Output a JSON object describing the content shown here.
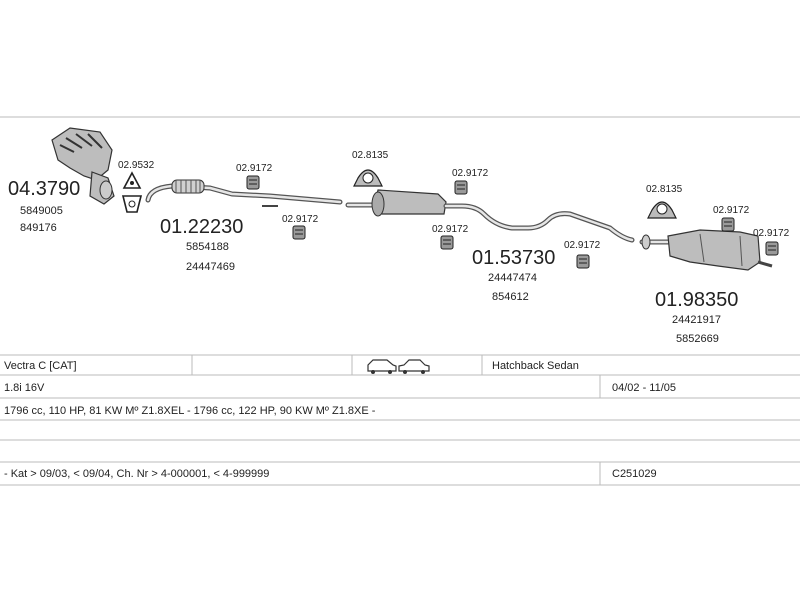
{
  "parts": {
    "manifold": {
      "code": "04.3790",
      "refs": [
        "5849005",
        "849176"
      ]
    },
    "gasket": {
      "code": "02.9532"
    },
    "front_pipe": {
      "code": "01.22230",
      "refs": [
        "5854188",
        "24447469"
      ]
    },
    "mid_silencer": {
      "code": "01.53730",
      "refs": [
        "24447474",
        "854612"
      ]
    },
    "rear_silencer": {
      "code": "01.98350",
      "refs": [
        "24421917",
        "5852669"
      ]
    },
    "hangers": [
      "02.9172",
      "02.9172",
      "02.9172",
      "02.9172",
      "02.9172",
      "02.9172",
      "02.9172"
    ],
    "rubbers": [
      "02.8135",
      "02.8135"
    ]
  },
  "table": {
    "model": "Vectra C  [CAT]",
    "body_type": "Hatchback Sedan",
    "engine": "1.8i 16V",
    "years": "04/02 - 11/05",
    "specs": "1796 cc, 110 HP, 81 KW Mº Z1.8XEL - 1796 cc, 122 HP, 90 KW Mº Z1.8XE -",
    "notes": "- Kat > 09/03, < 09/04, Ch. Nr > 4-000001, < 4-999999",
    "code": "C251029"
  },
  "icons": [
    "hatchback-car-icon",
    "sedan-car-icon"
  ]
}
